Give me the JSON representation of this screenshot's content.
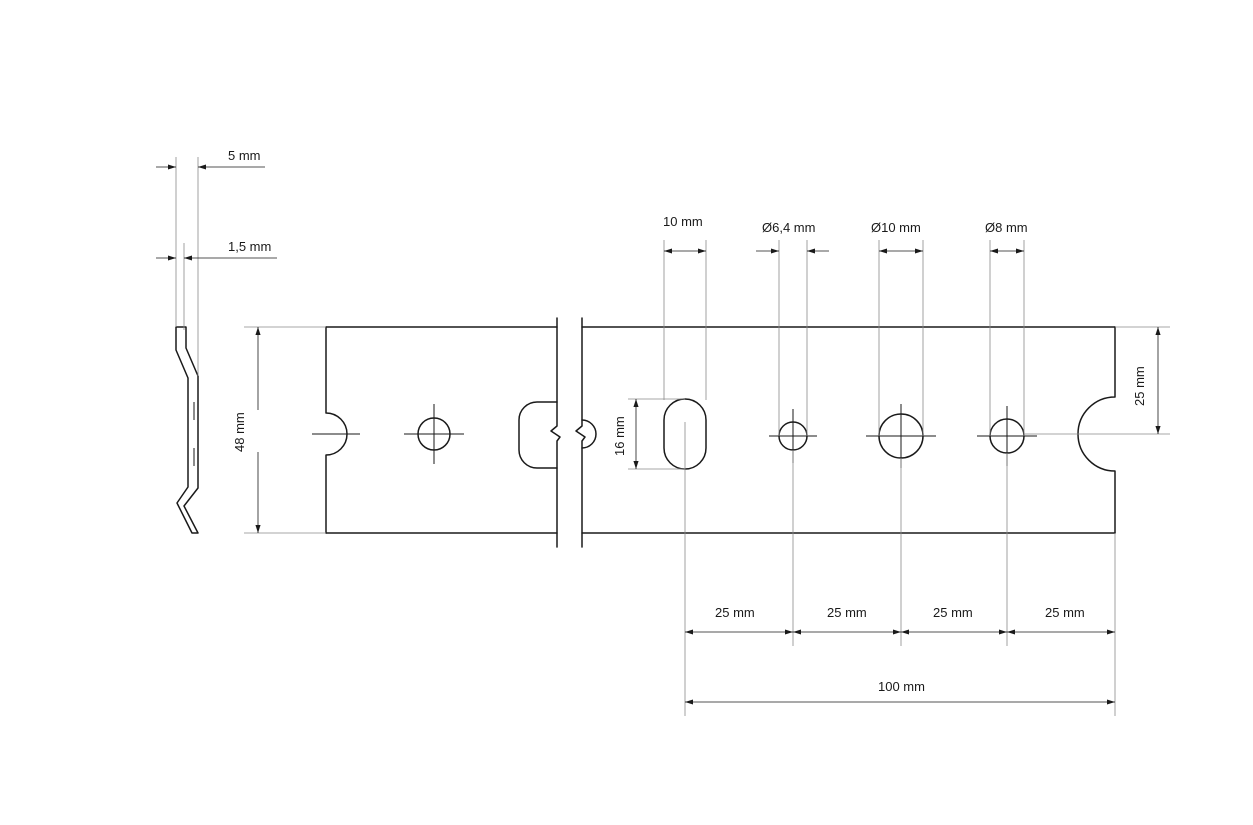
{
  "dimensions": {
    "thickness_total": "5 mm",
    "thickness_sheet": "1,5 mm",
    "height": "48 mm",
    "slot_width": "10 mm",
    "slot_height": "16 mm",
    "hole_small": "Ø6,4 mm",
    "hole_large": "Ø10 mm",
    "hole_medium": "Ø8 mm",
    "center_offset": "25 mm",
    "pitch_1": "25 mm",
    "pitch_2": "25 mm",
    "pitch_3": "25 mm",
    "pitch_4": "25 mm",
    "overall_length": "100 mm"
  },
  "colors": {
    "line": "#1a1a1a",
    "extension_line": "#8a8a8a",
    "background": "#ffffff"
  }
}
